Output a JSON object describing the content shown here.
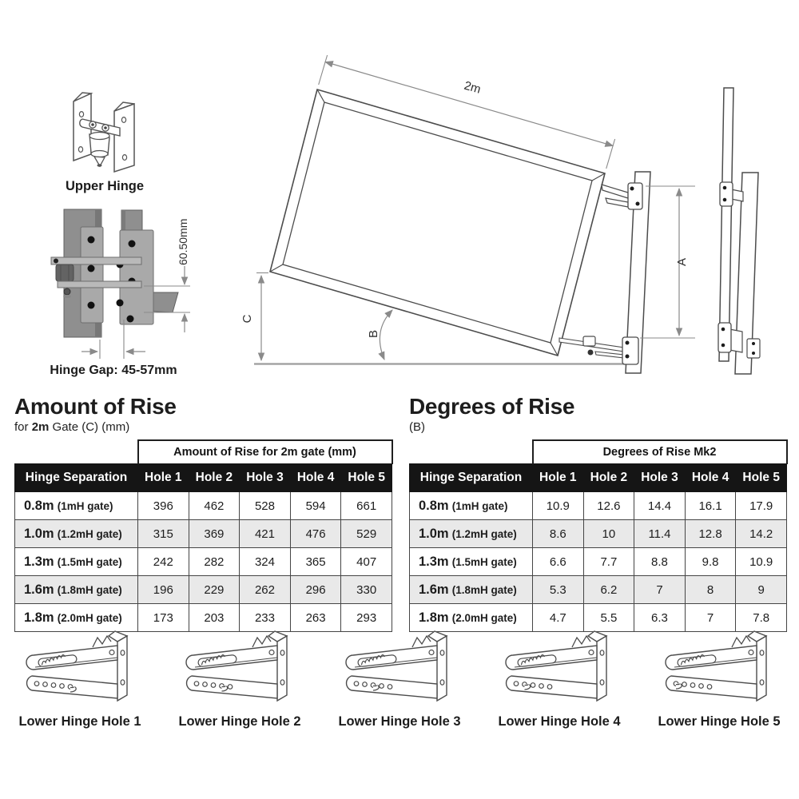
{
  "diagram": {
    "upper_hinge_label": "Upper Hinge",
    "hinge_gap_label": "Hinge Gap: 45-57mm",
    "vertical_dim_label": "60.50mm",
    "gate_width_label": "2m",
    "dim_a_label": "A",
    "dim_b_label": "B",
    "dim_c_label": "C"
  },
  "tables": [
    {
      "title": "Amount of Rise",
      "subtitle_prefix": "for",
      "subtitle_bold": "2m",
      "subtitle_rest": "Gate (C) (mm)",
      "span_header": "Amount of Rise for 2m gate (mm)",
      "columns": [
        "Hinge Separation",
        "Hole 1",
        "Hole 2",
        "Hole 3",
        "Hole 4",
        "Hole 5"
      ],
      "rows": [
        {
          "sep": "0.8m",
          "gate": "(1mH gate)",
          "values": [
            "396",
            "462",
            "528",
            "594",
            "661"
          ]
        },
        {
          "sep": "1.0m",
          "gate": "(1.2mH gate)",
          "values": [
            "315",
            "369",
            "421",
            "476",
            "529"
          ]
        },
        {
          "sep": "1.3m",
          "gate": "(1.5mH gate)",
          "values": [
            "242",
            "282",
            "324",
            "365",
            "407"
          ]
        },
        {
          "sep": "1.6m",
          "gate": "(1.8mH gate)",
          "values": [
            "196",
            "229",
            "262",
            "296",
            "330"
          ]
        },
        {
          "sep": "1.8m",
          "gate": "(2.0mH gate)",
          "values": [
            "173",
            "203",
            "233",
            "263",
            "293"
          ]
        }
      ]
    },
    {
      "title": "Degrees of Rise",
      "subtitle_prefix": "",
      "subtitle_bold": "",
      "subtitle_rest": "(B)",
      "span_header": "Degrees of Rise Mk2",
      "columns": [
        "Hinge Separation",
        "Hole 1",
        "Hole 2",
        "Hole 3",
        "Hole 4",
        "Hole 5"
      ],
      "rows": [
        {
          "sep": "0.8m",
          "gate": "(1mH gate)",
          "values": [
            "10.9",
            "12.6",
            "14.4",
            "16.1",
            "17.9"
          ]
        },
        {
          "sep": "1.0m",
          "gate": "(1.2mH gate)",
          "values": [
            "8.6",
            "10",
            "11.4",
            "12.8",
            "14.2"
          ]
        },
        {
          "sep": "1.3m",
          "gate": "(1.5mH gate)",
          "values": [
            "6.6",
            "7.7",
            "8.8",
            "9.8",
            "10.9"
          ]
        },
        {
          "sep": "1.6m",
          "gate": "(1.8mH gate)",
          "values": [
            "5.3",
            "6.2",
            "7",
            "8",
            "9"
          ]
        },
        {
          "sep": "1.8m",
          "gate": "(2.0mH gate)",
          "values": [
            "4.7",
            "5.5",
            "6.3",
            "7",
            "7.8"
          ]
        }
      ]
    }
  ],
  "lower_hinges": [
    {
      "label": "Lower Hinge Hole 1"
    },
    {
      "label": "Lower Hinge Hole 2"
    },
    {
      "label": "Lower Hinge Hole 3"
    },
    {
      "label": "Lower Hinge Hole 4"
    },
    {
      "label": "Lower Hinge Hole 5"
    }
  ],
  "colors": {
    "table_header_bg": "#151515",
    "table_header_text": "#ffffff",
    "row_alt": "#e9e9e9",
    "table_border": "#454545",
    "metal_gray": "#8f8f8f",
    "plate_gray": "#a9a9a9",
    "line": "#4c4c4c",
    "dimension_gray": "#8a8a8a"
  }
}
